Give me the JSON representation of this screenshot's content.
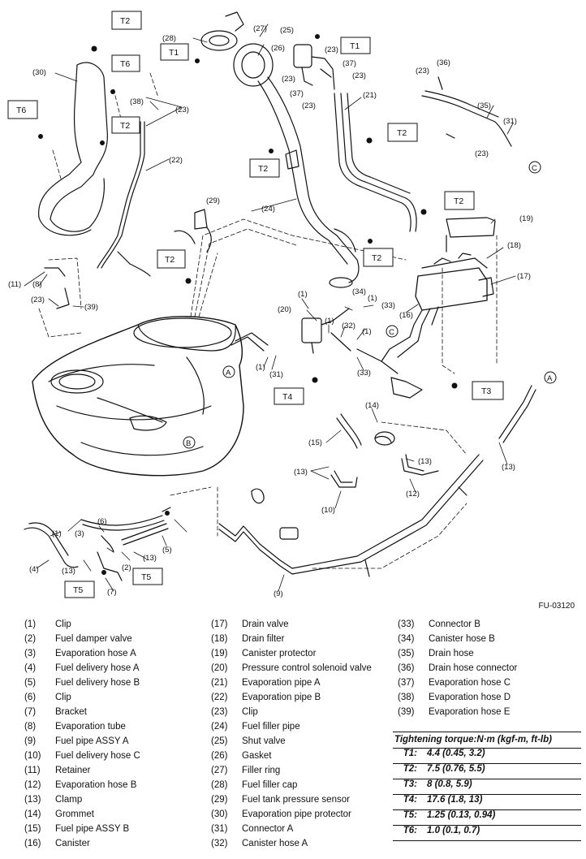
{
  "figure_id": "FU-03120",
  "callouts": {
    "c1a": "(1)",
    "c1b": "(1)",
    "c1c": "(1)",
    "c1d": "(1)",
    "c1e": "(1)",
    "c1f": "(1)",
    "c2": "(2)",
    "c3": "(3)",
    "c4": "(4)",
    "c5": "(5)",
    "c6": "(6)",
    "c7": "(7)",
    "c8": "(8)",
    "c9": "(9)",
    "c10": "(10)",
    "c11": "(11)",
    "c12": "(12)",
    "c13a": "(13)",
    "c13b": "(13)",
    "c13c": "(13)",
    "c13d": "(13)",
    "c13e": "(13)",
    "c14": "(14)",
    "c15": "(15)",
    "c16": "(16)",
    "c17": "(17)",
    "c18": "(18)",
    "c19": "(19)",
    "c20": "(20)",
    "c21": "(21)",
    "c22": "(22)",
    "c23a": "(23)",
    "c23b": "(23)",
    "c23c": "(23)",
    "c23d": "(23)",
    "c23e": "(23)",
    "c23f": "(23)",
    "c23g": "(23)",
    "c23h": "(23)",
    "c23i": "(23)",
    "c24": "(24)",
    "c25": "(25)",
    "c26": "(26)",
    "c27": "(27)",
    "c28": "(28)",
    "c29": "(29)",
    "c30": "(30)",
    "c31a": "(31)",
    "c31b": "(31)",
    "c32": "(32)",
    "c33a": "(33)",
    "c33b": "(33)",
    "c34": "(34)",
    "c35": "(35)",
    "c36": "(36)",
    "c37a": "(37)",
    "c37b": "(37)",
    "c38": "(38)",
    "c39": "(39)"
  },
  "tags": {
    "t2_top": "T2",
    "t1_left": "T1",
    "t1_right": "T1",
    "t6_mid": "T6",
    "t6_left": "T6",
    "t2_left": "T2",
    "t2_filler": "T2",
    "t2_pipe": "T2",
    "t2_right": "T2",
    "t2_mid": "T2",
    "t2_bracket": "T2",
    "t4": "T4",
    "t3": "T3",
    "t5_a": "T5",
    "t5_b": "T5"
  },
  "markers": {
    "a1": "A",
    "a2": "A",
    "b": "B",
    "c1": "C",
    "c2": "C"
  },
  "legend": {
    "col1": [
      {
        "num": "(1)",
        "label": "Clip"
      },
      {
        "num": "(2)",
        "label": "Fuel damper valve"
      },
      {
        "num": "(3)",
        "label": "Evaporation hose A"
      },
      {
        "num": "(4)",
        "label": "Fuel delivery hose A"
      },
      {
        "num": "(5)",
        "label": "Fuel delivery hose B"
      },
      {
        "num": "(6)",
        "label": "Clip"
      },
      {
        "num": "(7)",
        "label": "Bracket"
      },
      {
        "num": "(8)",
        "label": "Evaporation tube"
      },
      {
        "num": "(9)",
        "label": "Fuel pipe ASSY A"
      },
      {
        "num": "(10)",
        "label": "Fuel delivery hose C"
      },
      {
        "num": "(11)",
        "label": "Retainer"
      },
      {
        "num": "(12)",
        "label": "Evaporation hose B"
      },
      {
        "num": "(13)",
        "label": "Clamp"
      },
      {
        "num": "(14)",
        "label": "Grommet"
      },
      {
        "num": "(15)",
        "label": "Fuel pipe ASSY B"
      },
      {
        "num": "(16)",
        "label": "Canister"
      }
    ],
    "col2": [
      {
        "num": "(17)",
        "label": "Drain valve"
      },
      {
        "num": "(18)",
        "label": "Drain filter"
      },
      {
        "num": "(19)",
        "label": "Canister protector"
      },
      {
        "num": "(20)",
        "label": "Pressure control solenoid valve"
      },
      {
        "num": "(21)",
        "label": "Evaporation pipe A"
      },
      {
        "num": "(22)",
        "label": "Evaporation pipe B"
      },
      {
        "num": "(23)",
        "label": "Clip"
      },
      {
        "num": "(24)",
        "label": "Fuel filler pipe"
      },
      {
        "num": "(25)",
        "label": "Shut valve"
      },
      {
        "num": "(26)",
        "label": "Gasket"
      },
      {
        "num": "(27)",
        "label": "Filler ring"
      },
      {
        "num": "(28)",
        "label": "Fuel filler cap"
      },
      {
        "num": "(29)",
        "label": "Fuel tank pressure sensor"
      },
      {
        "num": "(30)",
        "label": "Evaporation pipe protector"
      },
      {
        "num": "(31)",
        "label": "Connector A"
      },
      {
        "num": "(32)",
        "label": "Canister hose A"
      }
    ],
    "col3": [
      {
        "num": "(33)",
        "label": "Connector B"
      },
      {
        "num": "(34)",
        "label": "Canister hose B"
      },
      {
        "num": "(35)",
        "label": "Drain hose"
      },
      {
        "num": "(36)",
        "label": "Drain hose connector"
      },
      {
        "num": "(37)",
        "label": "Evaporation hose C"
      },
      {
        "num": "(38)",
        "label": "Evaporation hose D"
      },
      {
        "num": "(39)",
        "label": "Evaporation hose E"
      }
    ]
  },
  "torque": {
    "header": "Tightening torque:N·m (kgf-m, ft-lb)",
    "rows": [
      {
        "key": "T1:",
        "value": "4.4 (0.45, 3.2)"
      },
      {
        "key": "T2:",
        "value": "7.5 (0.76, 5.5)"
      },
      {
        "key": "T3:",
        "value": "8 (0.8, 5.9)"
      },
      {
        "key": "T4:",
        "value": "17.6 (1.8, 13)"
      },
      {
        "key": "T5:",
        "value": "1.25 (0.13, 0.94)"
      },
      {
        "key": "T6:",
        "value": "1.0 (0.1, 0.7)"
      }
    ]
  }
}
